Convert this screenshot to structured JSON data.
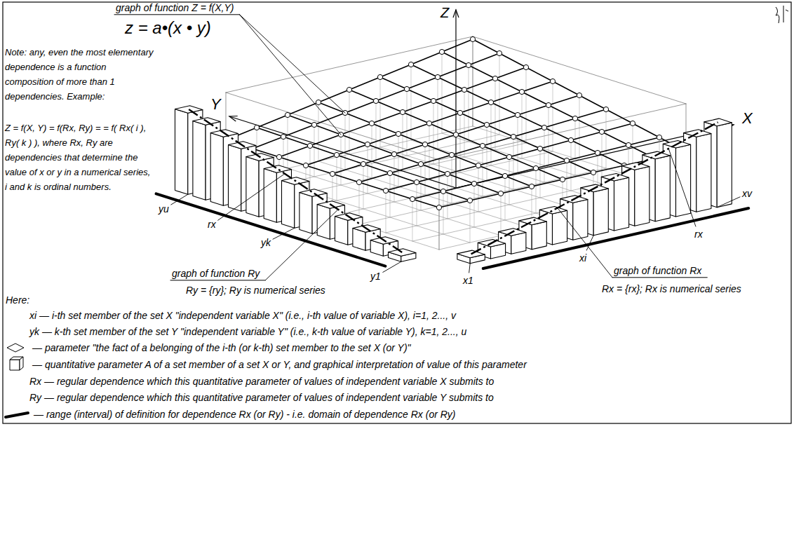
{
  "diagram": {
    "labels": [
      "graph of function Z = f(X,Y)",
      "z = a•(x • y)",
      "Note: any, even the most elementary dependence is a function composition of more than 1 dependencies. Example:",
      "Z = f(X, Y) = f(Rx, Ry) = = f( Rx( i ), Ry( k ) ), where Rx, Ry are dependencies that determine the value of x or y in a numerical series, i and k is ordinal numbers.",
      "Z",
      "Y",
      "X",
      "yu",
      "rx",
      "yk",
      "y1",
      "graph of function Ry",
      "Ry = {ry}; Ry is numerical series",
      "rx",
      "xv",
      "xi",
      "x1",
      "graph of function Rx",
      "Rx = {rx}; Rx is numerical series",
      "Here:",
      "xi — i-th set member of the set X \"independent variable X\" (i.e., i-th value of variable X), i=1, 2..., v",
      "yk — k-th set member of the set Y \"independent variable Y\" (i.e., k-th value of variable Y), k=1, 2..., u",
      "Rx — regular dependence which this quantitative parameter of values of independent variable X submits to",
      "Ry — regular dependence which this quantitative parameter of values of independent variable Y submits to"
    ],
    "legend": [
      {
        "text": "— parameter \"the fact of a belonging of the i-th (or k-th) set member to the set X (or Y)\""
      },
      {
        "text": "— quantitative parameter A of a set member of a set X or Y, and graphical interpretation of value of this parameter"
      },
      {
        "text": "— range (interval) of definition for dependence Rx (or Ry) - i.e. domain of dependence Rx (or Ry)"
      }
    ]
  }
}
